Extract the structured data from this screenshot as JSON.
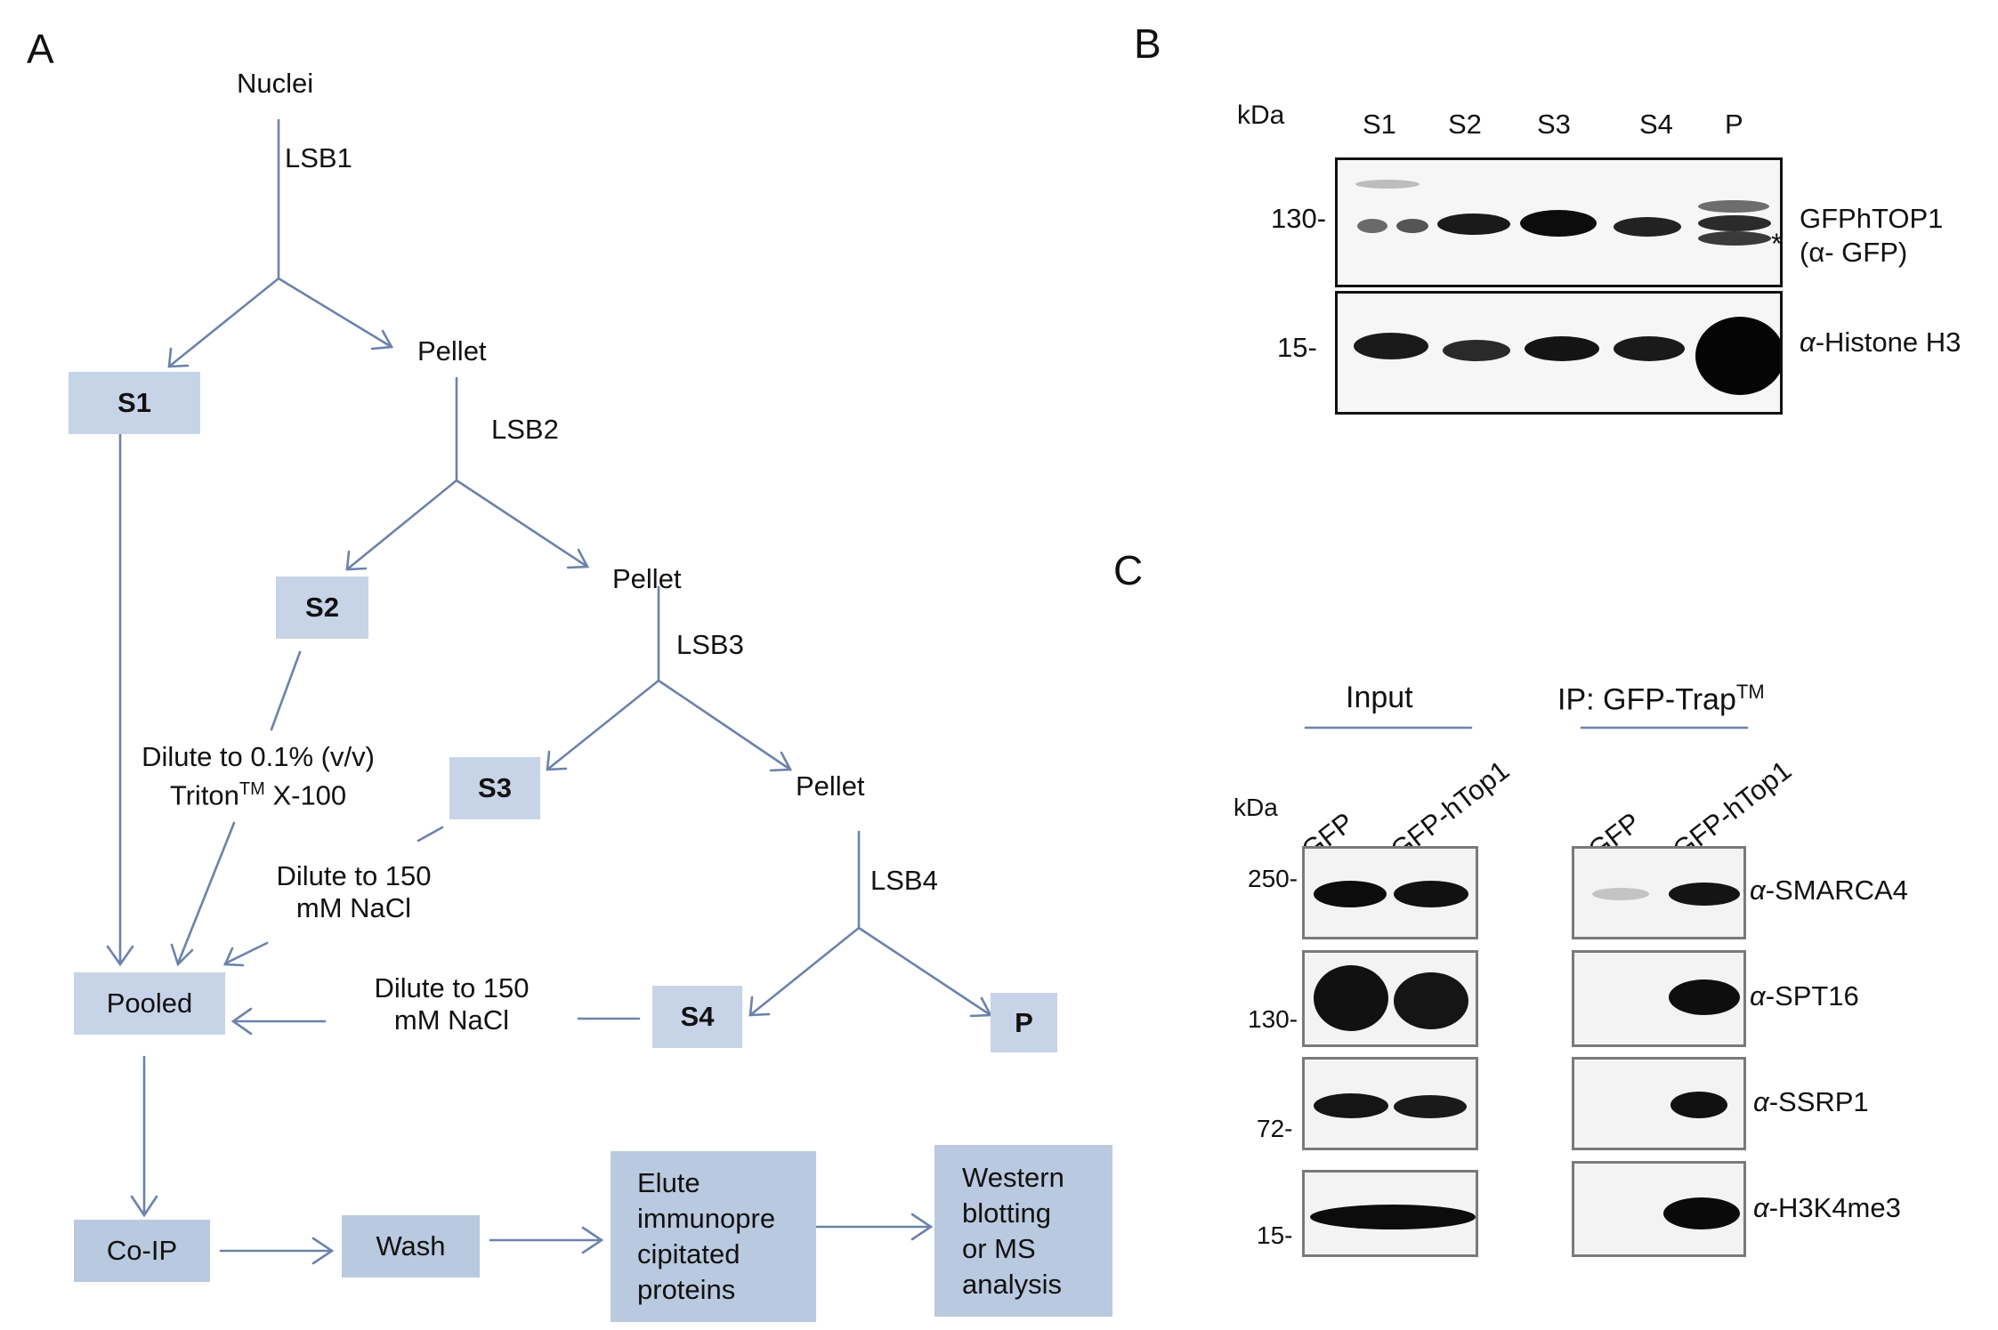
{
  "panel_a": {
    "letter": "A",
    "nuclei": "Nuclei",
    "lsb1": "LSB1",
    "pellet1": "Pellet",
    "s1": "S1",
    "lsb2": "LSB2",
    "s2": "S2",
    "pellet2": "Pellet",
    "lsb3": "LSB3",
    "dilute_triton_1": "Dilute to 0.1% (v/v)",
    "dilute_triton_2": "Triton",
    "dilute_triton_tm": "TM",
    "dilute_triton_3": "X-100",
    "s3": "S3",
    "pellet3": "Pellet",
    "dilute_nacl_a_1": "Dilute to 150",
    "dilute_nacl_a_2": "mM NaCl",
    "lsb4": "LSB4",
    "pooled": "Pooled",
    "dilute_nacl_b_1": "Dilute to 150",
    "dilute_nacl_b_2": "mM NaCl",
    "s4": "S4",
    "p": "P",
    "coip": "Co-IP",
    "wash": "Wash",
    "elute": [
      "Elute",
      "immunopre",
      "cipitated",
      "proteins"
    ],
    "western": [
      "Western",
      "blotting",
      "or MS",
      "analysis"
    ]
  },
  "panel_b": {
    "letter": "B",
    "kda": "kDa",
    "lanes": [
      "S1",
      "S2",
      "S3",
      "S4",
      "P"
    ],
    "marker_130": "130-",
    "marker_15": "15-",
    "label_top_1": "GFPhTOP1",
    "label_top_2": "(α- GFP)",
    "asterisk": "*",
    "label_bottom_alpha": "α",
    "label_bottom": "-Histone H3"
  },
  "panel_c": {
    "letter": "C",
    "input_label": "Input",
    "ip_label": "IP: GFP-Trap",
    "ip_tm": "TM",
    "kda": "kDa",
    "lanes_input": [
      "GFP",
      "GFP-hTop1"
    ],
    "lanes_ip": [
      "GFP",
      "GFP-hTop1"
    ],
    "markers": [
      "250-",
      "130-",
      "72-",
      "15-"
    ],
    "alpha": "α",
    "antibodies": [
      "-SMARCA4",
      "-SPT16",
      "-SSRP1",
      "-H3K4me3"
    ]
  },
  "colors": {
    "arrow": "#6b83ad",
    "box": "#c7d4e8",
    "box_dark": "#b9c9df"
  }
}
